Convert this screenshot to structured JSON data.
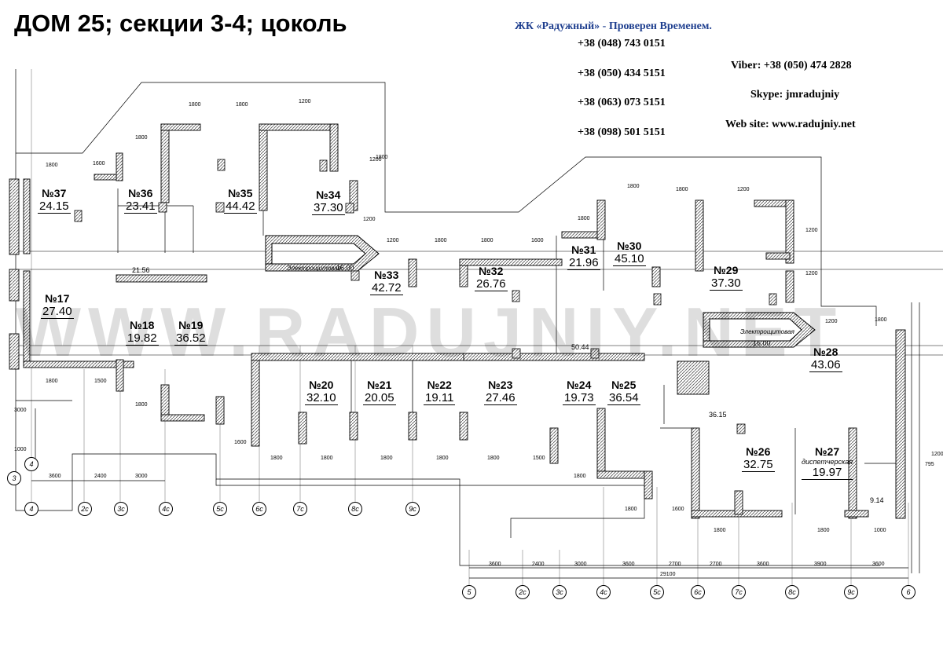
{
  "header": {
    "title": "ДОМ 25; секции 3-4; цоколь",
    "company": "ЖК «Радужный» - Проверен Временем.",
    "phones": [
      "+38 (048) 743 0151",
      "+38 (050) 434 5151",
      "+38 (063) 073 5151",
      "+38 (098) 501 5151"
    ],
    "viber": "Viber: +38 (050) 474 2828",
    "skype": "Skype: jmradujniy",
    "website": "Web site: www.radujniy.net"
  },
  "watermark": "WWW.RADUJNIY.NET",
  "rooms": [
    {
      "num": "№37",
      "area": "24.15"
    },
    {
      "num": "№36",
      "area": "23.41"
    },
    {
      "num": "№35",
      "area": "44.42"
    },
    {
      "num": "№34",
      "area": "37.30"
    },
    {
      "num": "№33",
      "area": "42.72"
    },
    {
      "num": "№32",
      "area": "26.76"
    },
    {
      "num": "№31",
      "area": "21.96"
    },
    {
      "num": "№30",
      "area": "45.10"
    },
    {
      "num": "№29",
      "area": "37.30"
    },
    {
      "num": "№28",
      "area": "43.06"
    },
    {
      "num": "№17",
      "area": "27.40"
    },
    {
      "num": "№18",
      "area": "19.82"
    },
    {
      "num": "№19",
      "area": "36.52"
    },
    {
      "num": "№20",
      "area": "32.10"
    },
    {
      "num": "№21",
      "area": "20.05"
    },
    {
      "num": "№22",
      "area": "19.11"
    },
    {
      "num": "№23",
      "area": "27.46"
    },
    {
      "num": "№24",
      "area": "19.73"
    },
    {
      "num": "№25",
      "area": "36.54"
    },
    {
      "num": "№26",
      "area": "32.75"
    },
    {
      "num": "№27",
      "area": "19.97",
      "sub": "диспетчерская"
    }
  ],
  "notes": {
    "elec_1": "Электрощитовая",
    "elec_1_area": "16.00",
    "elec_2": "Электрощитовая",
    "elec_2_area": "16.00",
    "corr_1": "21.56",
    "corr_2": "50.44",
    "corr_3": "36.15",
    "corr_4": "9.14"
  },
  "dims": {
    "top": [
      "1800",
      "1800",
      "1200",
      "1800",
      "1600",
      "1800",
      "1800",
      "1200",
      "1800",
      "1800",
      "1200",
      "1200",
      "1800",
      "1600",
      "1800",
      "1800",
      "1200",
      "1800"
    ],
    "bottom": [
      "1800",
      "1500",
      "1800",
      "1600",
      "1800",
      "1800",
      "1800",
      "1800",
      "1800",
      "1500",
      "1800",
      "1800",
      "1600",
      "1800",
      "1800",
      "1000"
    ],
    "chain_left": [
      "3600",
      "2400",
      "3000"
    ],
    "chain_right": [
      "3600",
      "2400",
      "3000",
      "3600",
      "2700",
      "2700",
      "3600",
      "3900",
      "3600"
    ],
    "total": "29100",
    "side": [
      "3000",
      "1000",
      "1200",
      "1200",
      "1200",
      "1200",
      "795"
    ]
  },
  "axes": {
    "left": [
      "4",
      "2c",
      "3c",
      "4c",
      "5c",
      "6c",
      "7c",
      "8c",
      "9c"
    ],
    "left_side": [
      "4",
      "3"
    ],
    "right": [
      "5",
      "2c",
      "3c",
      "4c",
      "5c",
      "6c",
      "7c",
      "8c",
      "9c",
      "6"
    ]
  }
}
